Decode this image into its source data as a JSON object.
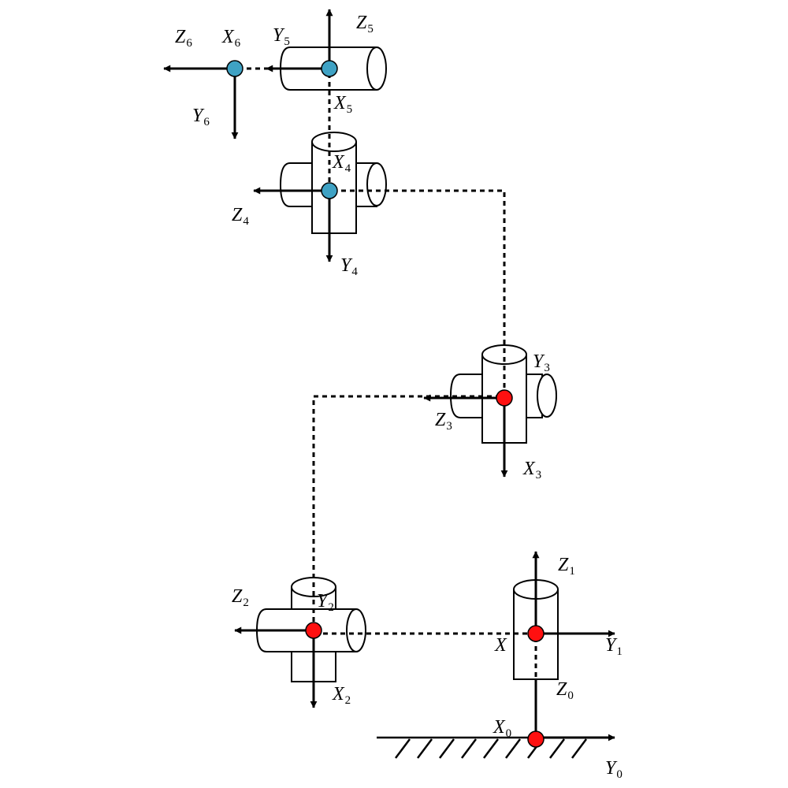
{
  "colors": {
    "red_joint": "#ff1010",
    "blue_joint": "#3fa2c4",
    "line": "#000000"
  },
  "labels": {
    "Z6": {
      "main": "Z",
      "sub": "6"
    },
    "X6": {
      "main": "X",
      "sub": "6"
    },
    "Y6": {
      "main": "Y",
      "sub": "6"
    },
    "Y5": {
      "main": "Y",
      "sub": "5"
    },
    "Z5": {
      "main": "Z",
      "sub": "5"
    },
    "X5": {
      "main": "X",
      "sub": "5"
    },
    "X4": {
      "main": "X",
      "sub": "4"
    },
    "Z4": {
      "main": "Z",
      "sub": "4"
    },
    "Y4": {
      "main": "Y",
      "sub": "4"
    },
    "Y3": {
      "main": "Y",
      "sub": "3"
    },
    "Z3": {
      "main": "Z",
      "sub": "3"
    },
    "X3": {
      "main": "X",
      "sub": "3"
    },
    "Z2": {
      "main": "Z",
      "sub": "2"
    },
    "Y2": {
      "main": "Y",
      "sub": "2"
    },
    "X2": {
      "main": "X",
      "sub": "2"
    },
    "Z1": {
      "main": "Z",
      "sub": "1"
    },
    "Y1": {
      "main": "Y",
      "sub": "1"
    },
    "X1": {
      "main": "X",
      "sub": ""
    },
    "Z0": {
      "main": "Z",
      "sub": "0"
    },
    "X0": {
      "main": "X",
      "sub": "0"
    },
    "Y0": {
      "main": "Y",
      "sub": "0"
    }
  }
}
